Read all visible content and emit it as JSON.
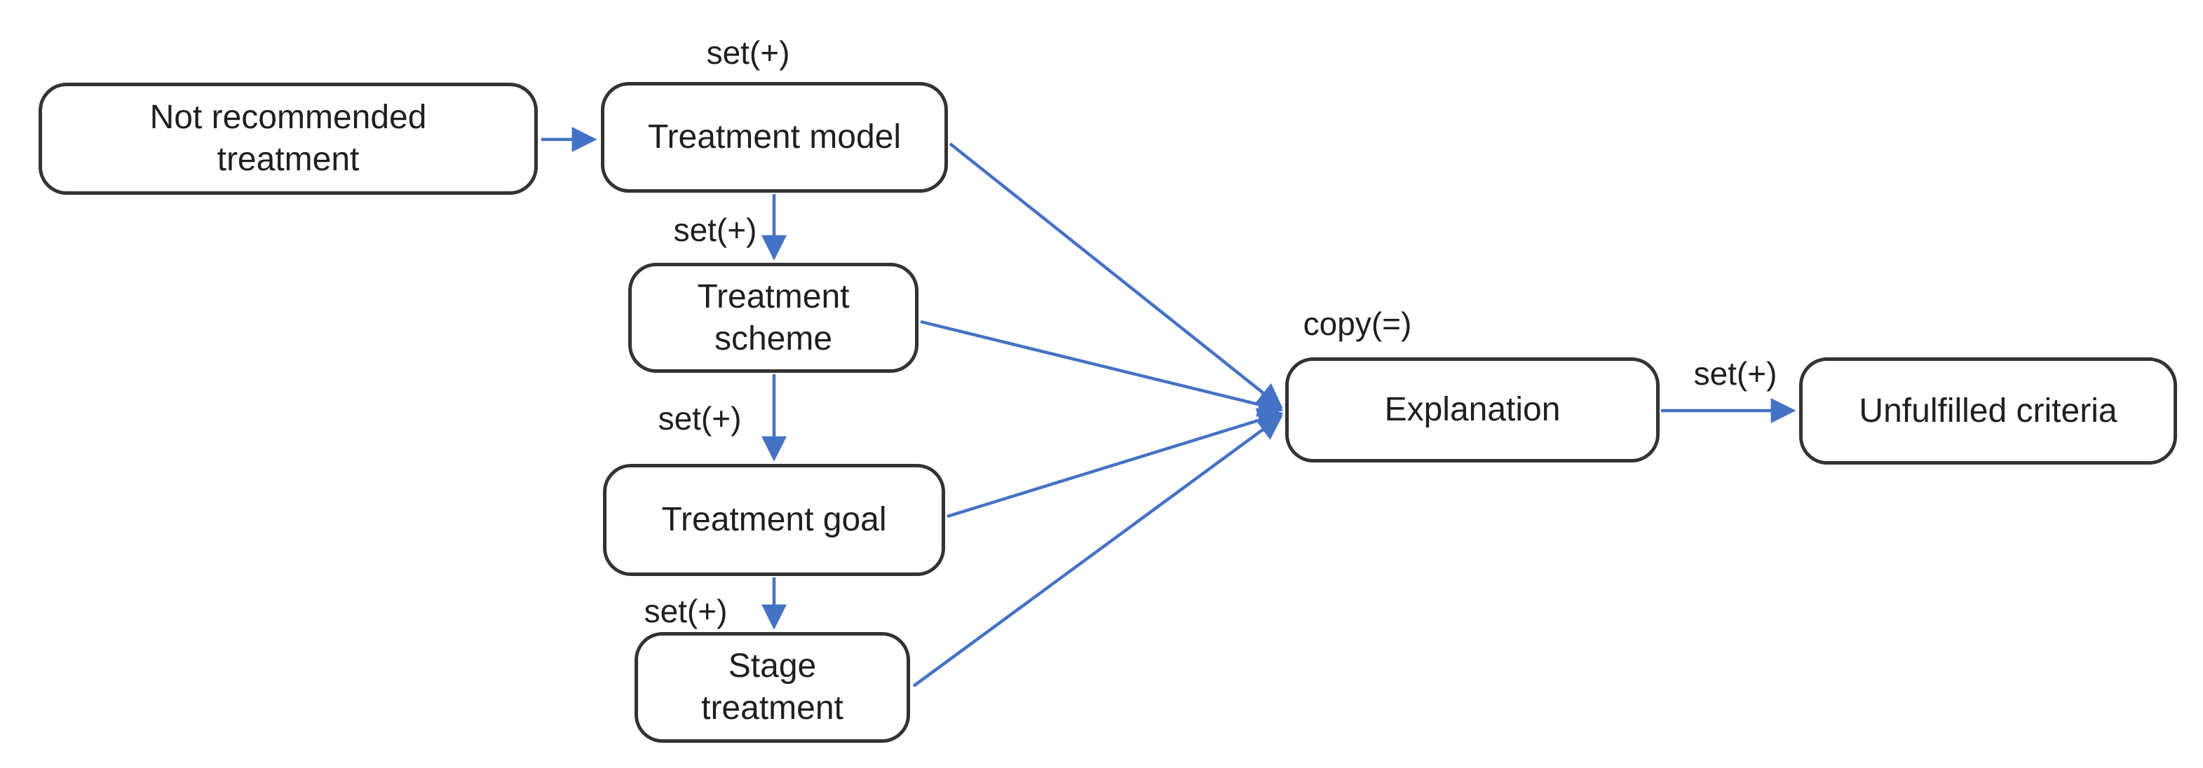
{
  "diagram": {
    "type": "flowchart",
    "background": "#ffffff",
    "colors": {
      "arrow": "#4472C4",
      "node_border": "#333333",
      "node_fill": "#ffffff",
      "text": "#1f1f1f"
    }
  },
  "nodes": {
    "not_recommended": {
      "label": "Not recommended\ntreatment"
    },
    "treatment_model": {
      "label": "Treatment model"
    },
    "treatment_scheme": {
      "label": "Treatment\nscheme"
    },
    "treatment_goal": {
      "label": "Treatment goal"
    },
    "stage_treatment": {
      "label": "Stage\ntreatment"
    },
    "explanation": {
      "label": "Explanation"
    },
    "unfulfilled_criteria": {
      "label": "Unfulfilled criteria"
    }
  },
  "edge_labels": {
    "above_treatment_model": "set(+)",
    "model_to_scheme": "set(+)",
    "scheme_to_goal": "set(+)",
    "goal_to_stage": "set(+)",
    "above_explanation": "copy(=)",
    "explanation_to_unfulfilled": "set(+)"
  },
  "edges": [
    {
      "from": "not_recommended",
      "to": "treatment_model",
      "label": ""
    },
    {
      "from": "treatment_model",
      "to": "treatment_scheme",
      "label": "set(+)"
    },
    {
      "from": "treatment_scheme",
      "to": "treatment_goal",
      "label": "set(+)"
    },
    {
      "from": "treatment_goal",
      "to": "stage_treatment",
      "label": "set(+)"
    },
    {
      "from": "treatment_model",
      "to": "explanation",
      "label": ""
    },
    {
      "from": "treatment_scheme",
      "to": "explanation",
      "label": ""
    },
    {
      "from": "treatment_goal",
      "to": "explanation",
      "label": ""
    },
    {
      "from": "stage_treatment",
      "to": "explanation",
      "label": ""
    },
    {
      "from": "explanation",
      "to": "unfulfilled_criteria",
      "label": "set(+)"
    }
  ]
}
